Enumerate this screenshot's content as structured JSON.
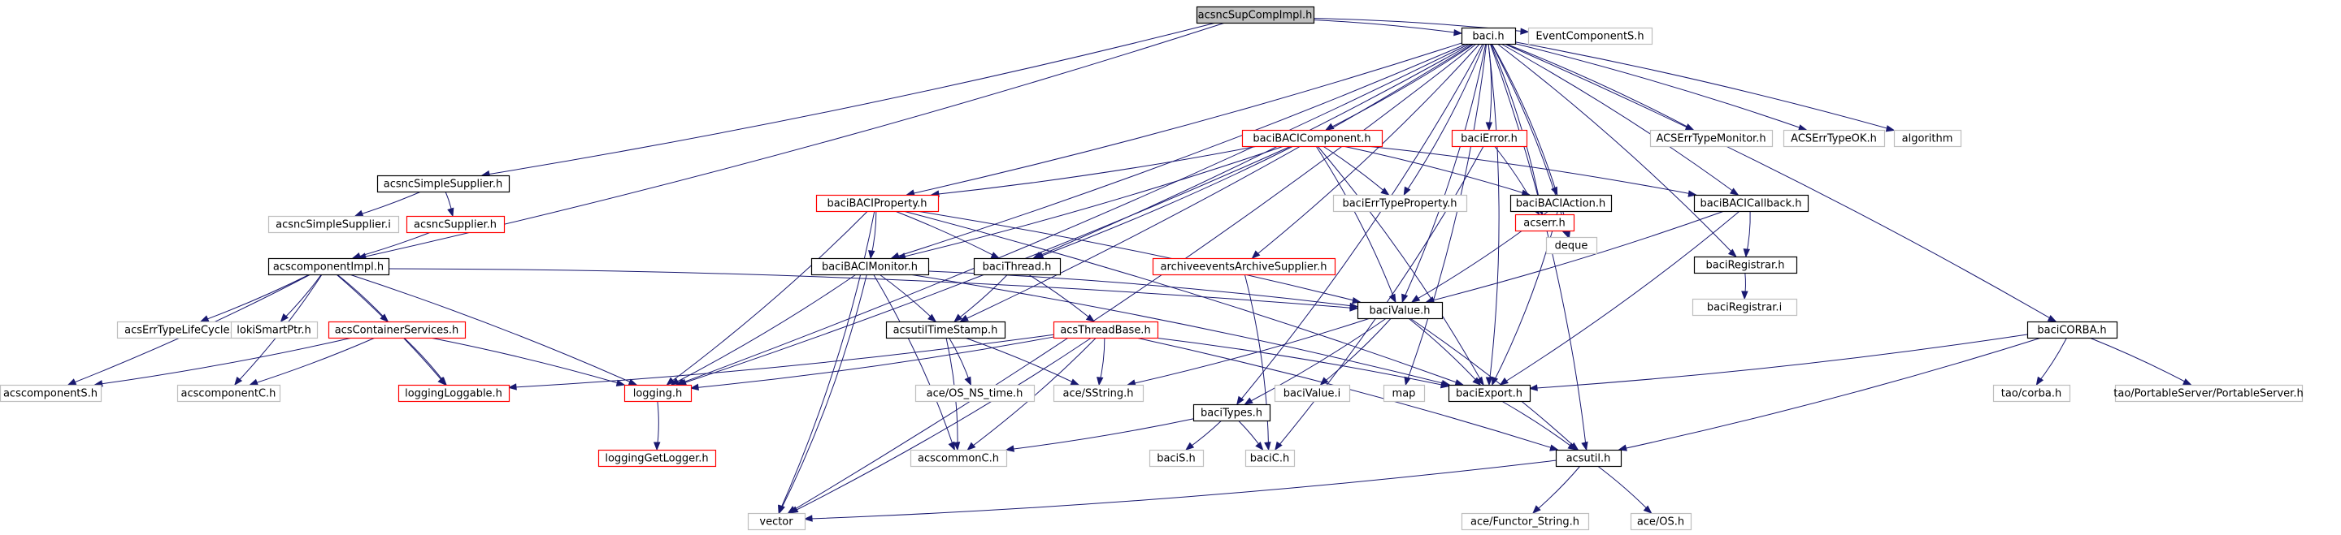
{
  "diagram": {
    "type": "include-dependency-graph",
    "root": "acsncSupCompImpl.h",
    "colors": {
      "edge": "#191970",
      "root_fill": "#bfbfbf",
      "normal_border": "#000000",
      "missing_border": "#ff0000",
      "external_border": "#bfbfbf",
      "text": "#000000"
    },
    "nodes": [
      {
        "id": "acsncSupCompImpl",
        "label": "acsncSupCompImpl.h",
        "kind": "root"
      },
      {
        "id": "baci",
        "label": "baci.h",
        "kind": "normal"
      },
      {
        "id": "EventComponentS",
        "label": "EventComponentS.h",
        "kind": "external"
      },
      {
        "id": "acsncSimpleSupplier",
        "label": "acsncSimpleSupplier.h",
        "kind": "normal"
      },
      {
        "id": "acsncSimpleSupplier_i",
        "label": "acsncSimpleSupplier.i",
        "kind": "external"
      },
      {
        "id": "acsncSupplier",
        "label": "acsncSupplier.h",
        "kind": "missing"
      },
      {
        "id": "acscomponentImpl",
        "label": "acscomponentImpl.h",
        "kind": "normal"
      },
      {
        "id": "baciBACIComponent",
        "label": "baciBACIComponent.h",
        "kind": "missing"
      },
      {
        "id": "baciError",
        "label": "baciError.h",
        "kind": "missing"
      },
      {
        "id": "ACSErrTypeMonitor",
        "label": "ACSErrTypeMonitor.h",
        "kind": "external"
      },
      {
        "id": "ACSErrTypeOK",
        "label": "ACSErrTypeOK.h",
        "kind": "external"
      },
      {
        "id": "algorithm",
        "label": "algorithm",
        "kind": "external"
      },
      {
        "id": "baciBACIProperty",
        "label": "baciBACIProperty.h",
        "kind": "missing"
      },
      {
        "id": "baciErrTypeProperty",
        "label": "baciErrTypeProperty.h",
        "kind": "external"
      },
      {
        "id": "baciBACIAction",
        "label": "baciBACIAction.h",
        "kind": "normal"
      },
      {
        "id": "baciBACICallback",
        "label": "baciBACICallback.h",
        "kind": "normal"
      },
      {
        "id": "acserr",
        "label": "acserr.h",
        "kind": "missing"
      },
      {
        "id": "deque",
        "label": "deque",
        "kind": "external"
      },
      {
        "id": "baciRegistrar",
        "label": "baciRegistrar.h",
        "kind": "normal"
      },
      {
        "id": "baciRegistrar_i",
        "label": "baciRegistrar.i",
        "kind": "external"
      },
      {
        "id": "baciBACIMonitor",
        "label": "baciBACIMonitor.h",
        "kind": "normal"
      },
      {
        "id": "baciThread",
        "label": "baciThread.h",
        "kind": "normal"
      },
      {
        "id": "archiveeventsArchiveSupplier",
        "label": "archiveeventsArchiveSupplier.h",
        "kind": "missing"
      },
      {
        "id": "baciValue",
        "label": "baciValue.h",
        "kind": "normal"
      },
      {
        "id": "acsErrTypeLifeCycle",
        "label": "acsErrTypeLifeCycle.h",
        "kind": "external"
      },
      {
        "id": "lokiSmartPtr",
        "label": "lokiSmartPtr.h",
        "kind": "external"
      },
      {
        "id": "acsContainerServices",
        "label": "acsContainerServices.h",
        "kind": "missing"
      },
      {
        "id": "acsutilTimeStamp",
        "label": "acsutilTimeStamp.h",
        "kind": "normal"
      },
      {
        "id": "acsThreadBase",
        "label": "acsThreadBase.h",
        "kind": "missing"
      },
      {
        "id": "baciCORBA",
        "label": "baciCORBA.h",
        "kind": "normal"
      },
      {
        "id": "acscomponentS",
        "label": "acscomponentS.h",
        "kind": "external"
      },
      {
        "id": "acscomponentC",
        "label": "acscomponentC.h",
        "kind": "external"
      },
      {
        "id": "loggingLoggable",
        "label": "loggingLoggable.h",
        "kind": "missing"
      },
      {
        "id": "logging",
        "label": "logging.h",
        "kind": "missing"
      },
      {
        "id": "ace_OS_NS_time",
        "label": "ace/OS_NS_time.h",
        "kind": "external"
      },
      {
        "id": "ace_SString",
        "label": "ace/SString.h",
        "kind": "external"
      },
      {
        "id": "baciValue_i",
        "label": "baciValue.i",
        "kind": "external"
      },
      {
        "id": "map",
        "label": "map",
        "kind": "external"
      },
      {
        "id": "baciExport",
        "label": "baciExport.h",
        "kind": "normal"
      },
      {
        "id": "tao_corba",
        "label": "tao/corba.h",
        "kind": "external"
      },
      {
        "id": "tao_PortableServer",
        "label": "tao/PortableServer/PortableServer.h",
        "kind": "external"
      },
      {
        "id": "baciTypes",
        "label": "baciTypes.h",
        "kind": "normal"
      },
      {
        "id": "loggingGetLogger",
        "label": "loggingGetLogger.h",
        "kind": "missing"
      },
      {
        "id": "acscommonC",
        "label": "acscommonC.h",
        "kind": "external"
      },
      {
        "id": "baciS",
        "label": "baciS.h",
        "kind": "external"
      },
      {
        "id": "baciC",
        "label": "baciC.h",
        "kind": "external"
      },
      {
        "id": "acsutil",
        "label": "acsutil.h",
        "kind": "normal"
      },
      {
        "id": "vector",
        "label": "vector",
        "kind": "external"
      },
      {
        "id": "ace_Functor_String",
        "label": "ace/Functor_String.h",
        "kind": "external"
      },
      {
        "id": "ace_OS",
        "label": "ace/OS.h",
        "kind": "external"
      }
    ],
    "edges": [
      [
        "acsncSupCompImpl",
        "baci"
      ],
      [
        "acsncSupCompImpl",
        "EventComponentS"
      ],
      [
        "acsncSupCompImpl",
        "acsncSimpleSupplier"
      ],
      [
        "acsncSupCompImpl",
        "acscomponentImpl"
      ],
      [
        "baci",
        "baciBACIComponent"
      ],
      [
        "baci",
        "baciError"
      ],
      [
        "baci",
        "ACSErrTypeMonitor"
      ],
      [
        "baci",
        "ACSErrTypeOK"
      ],
      [
        "baci",
        "algorithm"
      ],
      [
        "baci",
        "baciBACIProperty"
      ],
      [
        "baci",
        "baciErrTypeProperty"
      ],
      [
        "baci",
        "baciBACIAction"
      ],
      [
        "baci",
        "baciBACICallback"
      ],
      [
        "baci",
        "acserr"
      ],
      [
        "baci",
        "deque"
      ],
      [
        "baci",
        "baciRegistrar"
      ],
      [
        "baci",
        "baciBACIMonitor"
      ],
      [
        "baci",
        "baciThread"
      ],
      [
        "baci",
        "archiveeventsArchiveSupplier"
      ],
      [
        "baci",
        "baciValue"
      ],
      [
        "baci",
        "baciCORBA"
      ],
      [
        "baci",
        "logging"
      ],
      [
        "baci",
        "map"
      ],
      [
        "baci",
        "baciExport"
      ],
      [
        "baci",
        "baciTypes"
      ],
      [
        "baci",
        "acsutilTimeStamp"
      ],
      [
        "baci",
        "acsutil"
      ],
      [
        "baci",
        "vector"
      ],
      [
        "acsncSimpleSupplier",
        "acsncSimpleSupplier_i"
      ],
      [
        "acsncSimpleSupplier",
        "acsncSupplier"
      ],
      [
        "acsncSupplier",
        "acscomponentImpl"
      ],
      [
        "acscomponentImpl",
        "acsErrTypeLifeCycle"
      ],
      [
        "acscomponentImpl",
        "lokiSmartPtr"
      ],
      [
        "acscomponentImpl",
        "acsContainerServices"
      ],
      [
        "acscomponentImpl",
        "acscomponentS"
      ],
      [
        "acscomponentImpl",
        "acscomponentC"
      ],
      [
        "acscomponentImpl",
        "loggingLoggable"
      ],
      [
        "acscomponentImpl",
        "logging"
      ],
      [
        "acscomponentImpl",
        "baciValue"
      ],
      [
        "acsContainerServices",
        "acscomponentS"
      ],
      [
        "acsContainerServices",
        "acscomponentC"
      ],
      [
        "acsContainerServices",
        "loggingLoggable"
      ],
      [
        "acsContainerServices",
        "logging"
      ],
      [
        "baciBACIComponent",
        "baciBACIProperty"
      ],
      [
        "baciBACIComponent",
        "baciErrTypeProperty"
      ],
      [
        "baciBACIComponent",
        "baciBACIAction"
      ],
      [
        "baciBACIComponent",
        "baciBACICallback"
      ],
      [
        "baciBACIComponent",
        "baciBACIMonitor"
      ],
      [
        "baciBACIComponent",
        "baciThread"
      ],
      [
        "baciBACIComponent",
        "baciValue"
      ],
      [
        "baciBACIComponent",
        "baciExport"
      ],
      [
        "baciBACIComponent",
        "logging"
      ],
      [
        "baciBACIProperty",
        "baciBACIMonitor"
      ],
      [
        "baciBACIProperty",
        "baciThread"
      ],
      [
        "baciBACIProperty",
        "baciValue"
      ],
      [
        "baciBACIProperty",
        "baciExport"
      ],
      [
        "baciBACIProperty",
        "logging"
      ],
      [
        "baciBACIProperty",
        "vector"
      ],
      [
        "baciBACIAction",
        "deque"
      ],
      [
        "baciBACIAction",
        "baciValue"
      ],
      [
        "baciBACIAction",
        "baciExport"
      ],
      [
        "baciBACICallback",
        "baciRegistrar"
      ],
      [
        "baciBACICallback",
        "baciValue"
      ],
      [
        "baciBACICallback",
        "baciExport"
      ],
      [
        "baciRegistrar",
        "baciRegistrar_i"
      ],
      [
        "baciError",
        "acserr"
      ],
      [
        "baciError",
        "baciC"
      ],
      [
        "baciBACIMonitor",
        "acsutilTimeStamp"
      ],
      [
        "baciBACIMonitor",
        "baciValue"
      ],
      [
        "baciBACIMonitor",
        "logging"
      ],
      [
        "baciBACIMonitor",
        "acscommonC"
      ],
      [
        "baciBACIMonitor",
        "vector"
      ],
      [
        "baciBACIMonitor",
        "baciExport"
      ],
      [
        "baciThread",
        "acsutilTimeStamp"
      ],
      [
        "baciThread",
        "acsThreadBase"
      ],
      [
        "acsThreadBase",
        "logging"
      ],
      [
        "acsThreadBase",
        "loggingLoggable"
      ],
      [
        "acsThreadBase",
        "ace_SString"
      ],
      [
        "acsThreadBase",
        "acscommonC"
      ],
      [
        "acsThreadBase",
        "acsutil"
      ],
      [
        "acsThreadBase",
        "vector"
      ],
      [
        "acsThreadBase",
        "baciExport"
      ],
      [
        "acsutilTimeStamp",
        "ace_OS_NS_time"
      ],
      [
        "acsutilTimeStamp",
        "ace_SString"
      ],
      [
        "acsutilTimeStamp",
        "acscommonC"
      ],
      [
        "archiveeventsArchiveSupplier",
        "baciC"
      ],
      [
        "baciValue",
        "baciTypes"
      ],
      [
        "baciValue",
        "baciValue_i"
      ],
      [
        "baciValue",
        "baciExport"
      ],
      [
        "baciValue",
        "acsutil"
      ],
      [
        "baciValue",
        "ace_SString"
      ],
      [
        "baciTypes",
        "acscommonC"
      ],
      [
        "baciTypes",
        "baciS"
      ],
      [
        "baciTypes",
        "baciC"
      ],
      [
        "logging",
        "loggingGetLogger"
      ],
      [
        "baciCORBA",
        "baciExport"
      ],
      [
        "baciCORBA",
        "tao_corba"
      ],
      [
        "baciCORBA",
        "tao_PortableServer"
      ],
      [
        "baciCORBA",
        "acsutil"
      ],
      [
        "baciExport",
        "acsutil"
      ],
      [
        "acsutil",
        "vector"
      ],
      [
        "acsutil",
        "ace_Functor_String"
      ],
      [
        "acsutil",
        "ace_OS"
      ]
    ]
  }
}
